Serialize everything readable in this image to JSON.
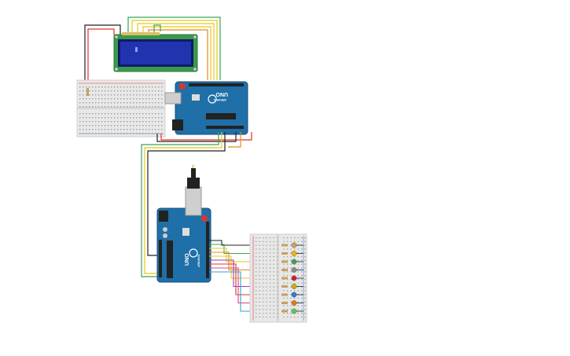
{
  "circuit": {
    "arduino_top": {
      "brand": "UNO",
      "sub": "ARDUINO"
    },
    "arduino_bottom": {
      "brand": "UNO",
      "sub": "ARDUINO"
    },
    "colors": {
      "board": "#1f6fa8",
      "board_dark": "#174f7a",
      "lcd_pcb": "#3a9a4a",
      "lcd_screen": "#2233b0",
      "breadboard": "#e8e8e8",
      "wire_red": "#e0332b",
      "wire_black": "#222222",
      "wire_green": "#34a853",
      "wire_yellow": "#e8c81a",
      "wire_orange": "#e58a1f",
      "wire_blue": "#3a7fd0",
      "wire_purple": "#9a3fb0",
      "wire_pink": "#e0408a",
      "wire_cyan": "#29a7c9"
    },
    "led_colors": [
      "#c9a15a",
      "#f2b400",
      "#3fa34d",
      "#8a8a8a",
      "#c8202a",
      "#c6b200",
      "#2b7cd3",
      "#e07a1a",
      "#5ac85a"
    ]
  }
}
